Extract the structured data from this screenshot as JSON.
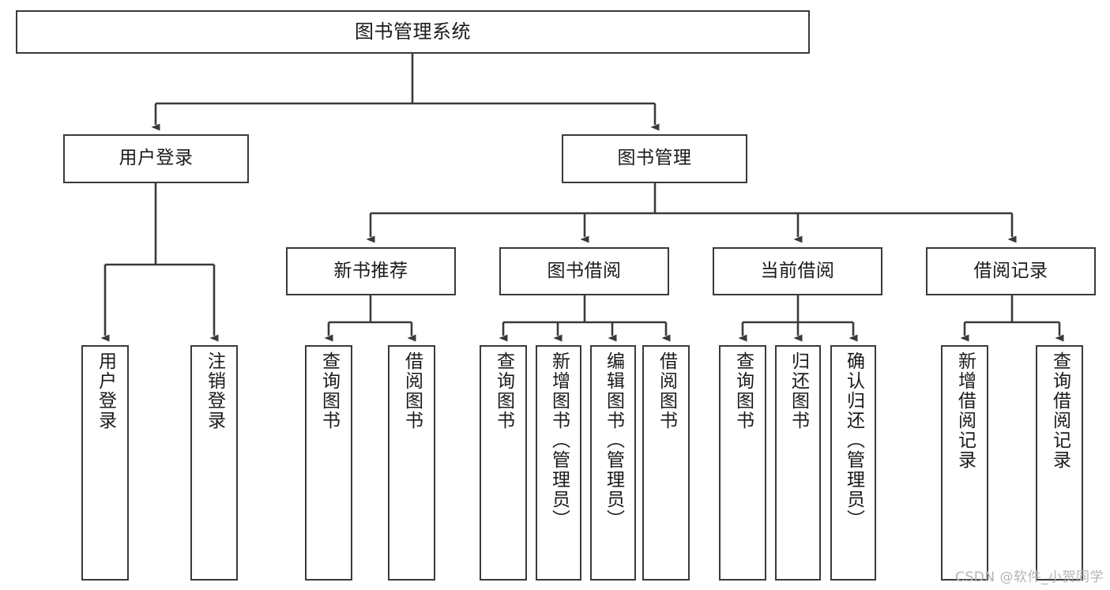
{
  "diagram": {
    "title": "图书管理系统",
    "type": "tree-structure-chart",
    "watermark": "CSDN @软件_小贺同学",
    "colors": {
      "stroke": "#3a3a3a",
      "fill": "#ffffff",
      "text": "#1a1a1a",
      "watermark": "#b4b4b4"
    },
    "nodes": {
      "root": {
        "label": "图书管理系统"
      },
      "level2": [
        {
          "id": "user-login",
          "label": "用户登录"
        },
        {
          "id": "book-manage",
          "label": "图书管理"
        }
      ],
      "level3": [
        {
          "id": "new-book-recommend",
          "label": "新书推荐"
        },
        {
          "id": "book-borrow",
          "label": "图书借阅"
        },
        {
          "id": "current-borrow",
          "label": "当前借阅"
        },
        {
          "id": "borrow-record",
          "label": "借阅记录"
        }
      ],
      "leaves": {
        "user-login": [
          {
            "id": "leaf-user-login",
            "label": "用户登录"
          },
          {
            "id": "leaf-logout-login",
            "label": "注销登录"
          }
        ],
        "new-book-recommend": [
          {
            "id": "leaf-query-book-1",
            "label": "查询图书"
          },
          {
            "id": "leaf-borrow-book-1",
            "label": "借阅图书"
          }
        ],
        "book-borrow": [
          {
            "id": "leaf-query-book-2",
            "label": "查询图书"
          },
          {
            "id": "leaf-add-book",
            "label": "新增图书（管理员）"
          },
          {
            "id": "leaf-edit-book",
            "label": "编辑图书（管理员）"
          },
          {
            "id": "leaf-borrow-book-2",
            "label": "借阅图书"
          }
        ],
        "current-borrow": [
          {
            "id": "leaf-query-book-3",
            "label": "查询图书"
          },
          {
            "id": "leaf-return-book",
            "label": "归还图书"
          },
          {
            "id": "leaf-confirm-return",
            "label": "确认归还（管理员）"
          }
        ],
        "borrow-record": [
          {
            "id": "leaf-add-record",
            "label": "新增借阅记录"
          },
          {
            "id": "leaf-query-record",
            "label": "查询借阅记录"
          }
        ]
      }
    }
  }
}
